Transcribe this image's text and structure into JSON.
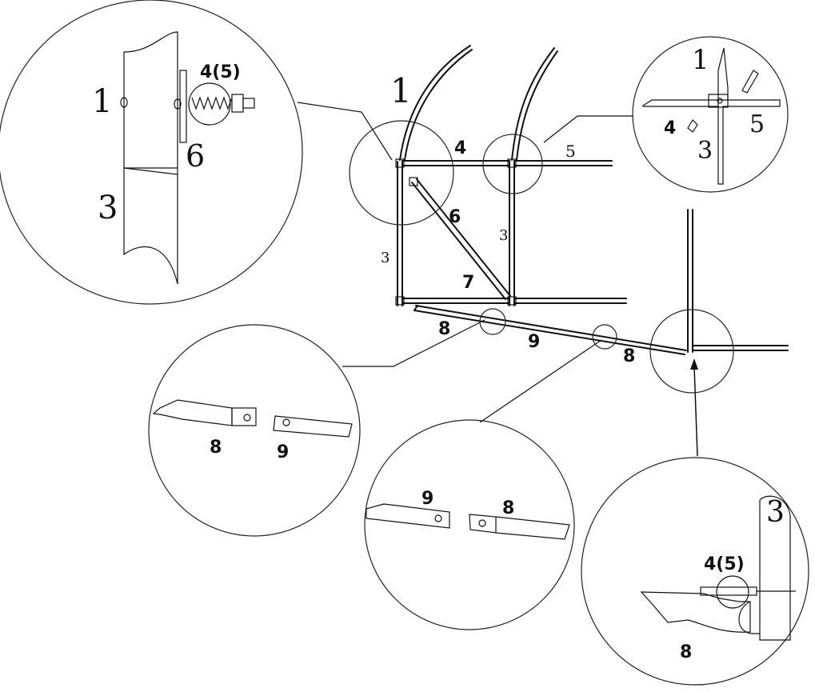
{
  "labels": {
    "big1": "1",
    "big3": "3",
    "big45": "4(5)",
    "big6": "6",
    "m1": "1",
    "m4": "4",
    "m5": "5",
    "m3a": "3",
    "m6": "6",
    "m3b": "3",
    "m7": "7",
    "m8a": "8",
    "m9": "9",
    "m8b": "8",
    "tr1": "1",
    "tr4": "4",
    "tr5": "5",
    "tr3": "3",
    "l8": "8",
    "l9": "9",
    "c9": "9",
    "c8": "8",
    "br3": "3",
    "br45": "4(5)",
    "br8": "8"
  }
}
